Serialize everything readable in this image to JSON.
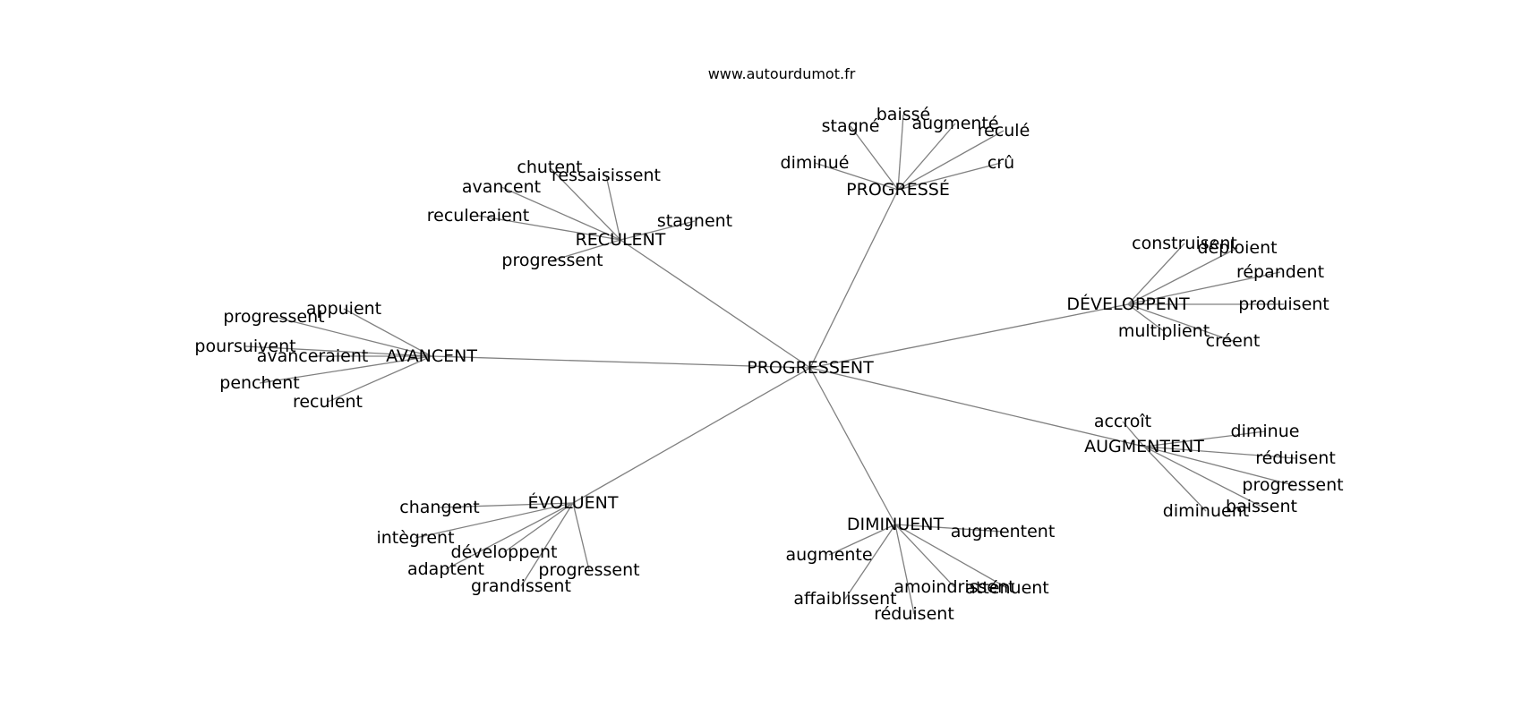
{
  "source_label": "www.autourdumot.fr",
  "graph": {
    "center": "PROGRESSENT",
    "hubs": [
      {
        "id": "progresse",
        "label": "PROGRESSÉ",
        "leaves": [
          "diminué",
          "stagné",
          "baissé",
          "augmenté",
          "reculé",
          "crû"
        ]
      },
      {
        "id": "reculent",
        "label": "RECULENT",
        "leaves": [
          "chutent",
          "ressaisissent",
          "avancent",
          "reculeraient",
          "stagnent",
          "progressent"
        ]
      },
      {
        "id": "avancent",
        "label": "AVANCENT",
        "leaves": [
          "appuient",
          "progressent",
          "poursuivent",
          "avanceraient",
          "penchent",
          "reculent"
        ]
      },
      {
        "id": "developpent",
        "label": "DÉVELOPPENT",
        "leaves": [
          "construisent",
          "déploient",
          "répandent",
          "produisent",
          "multiplient",
          "créent"
        ]
      },
      {
        "id": "augmentent",
        "label": "AUGMENTENT",
        "leaves": [
          "accroît",
          "diminue",
          "réduisent",
          "progressent",
          "baissent",
          "diminuent"
        ]
      },
      {
        "id": "evoluent",
        "label": "ÉVOLUENT",
        "leaves": [
          "changent",
          "intègrent",
          "développent",
          "adaptent",
          "grandissent",
          "progressent"
        ]
      },
      {
        "id": "diminuent",
        "label": "DIMINUENT",
        "leaves": [
          "augmentent",
          "augmente",
          "affaiblissent",
          "amoindrissent",
          "atténuent",
          "réduisent"
        ]
      }
    ]
  }
}
